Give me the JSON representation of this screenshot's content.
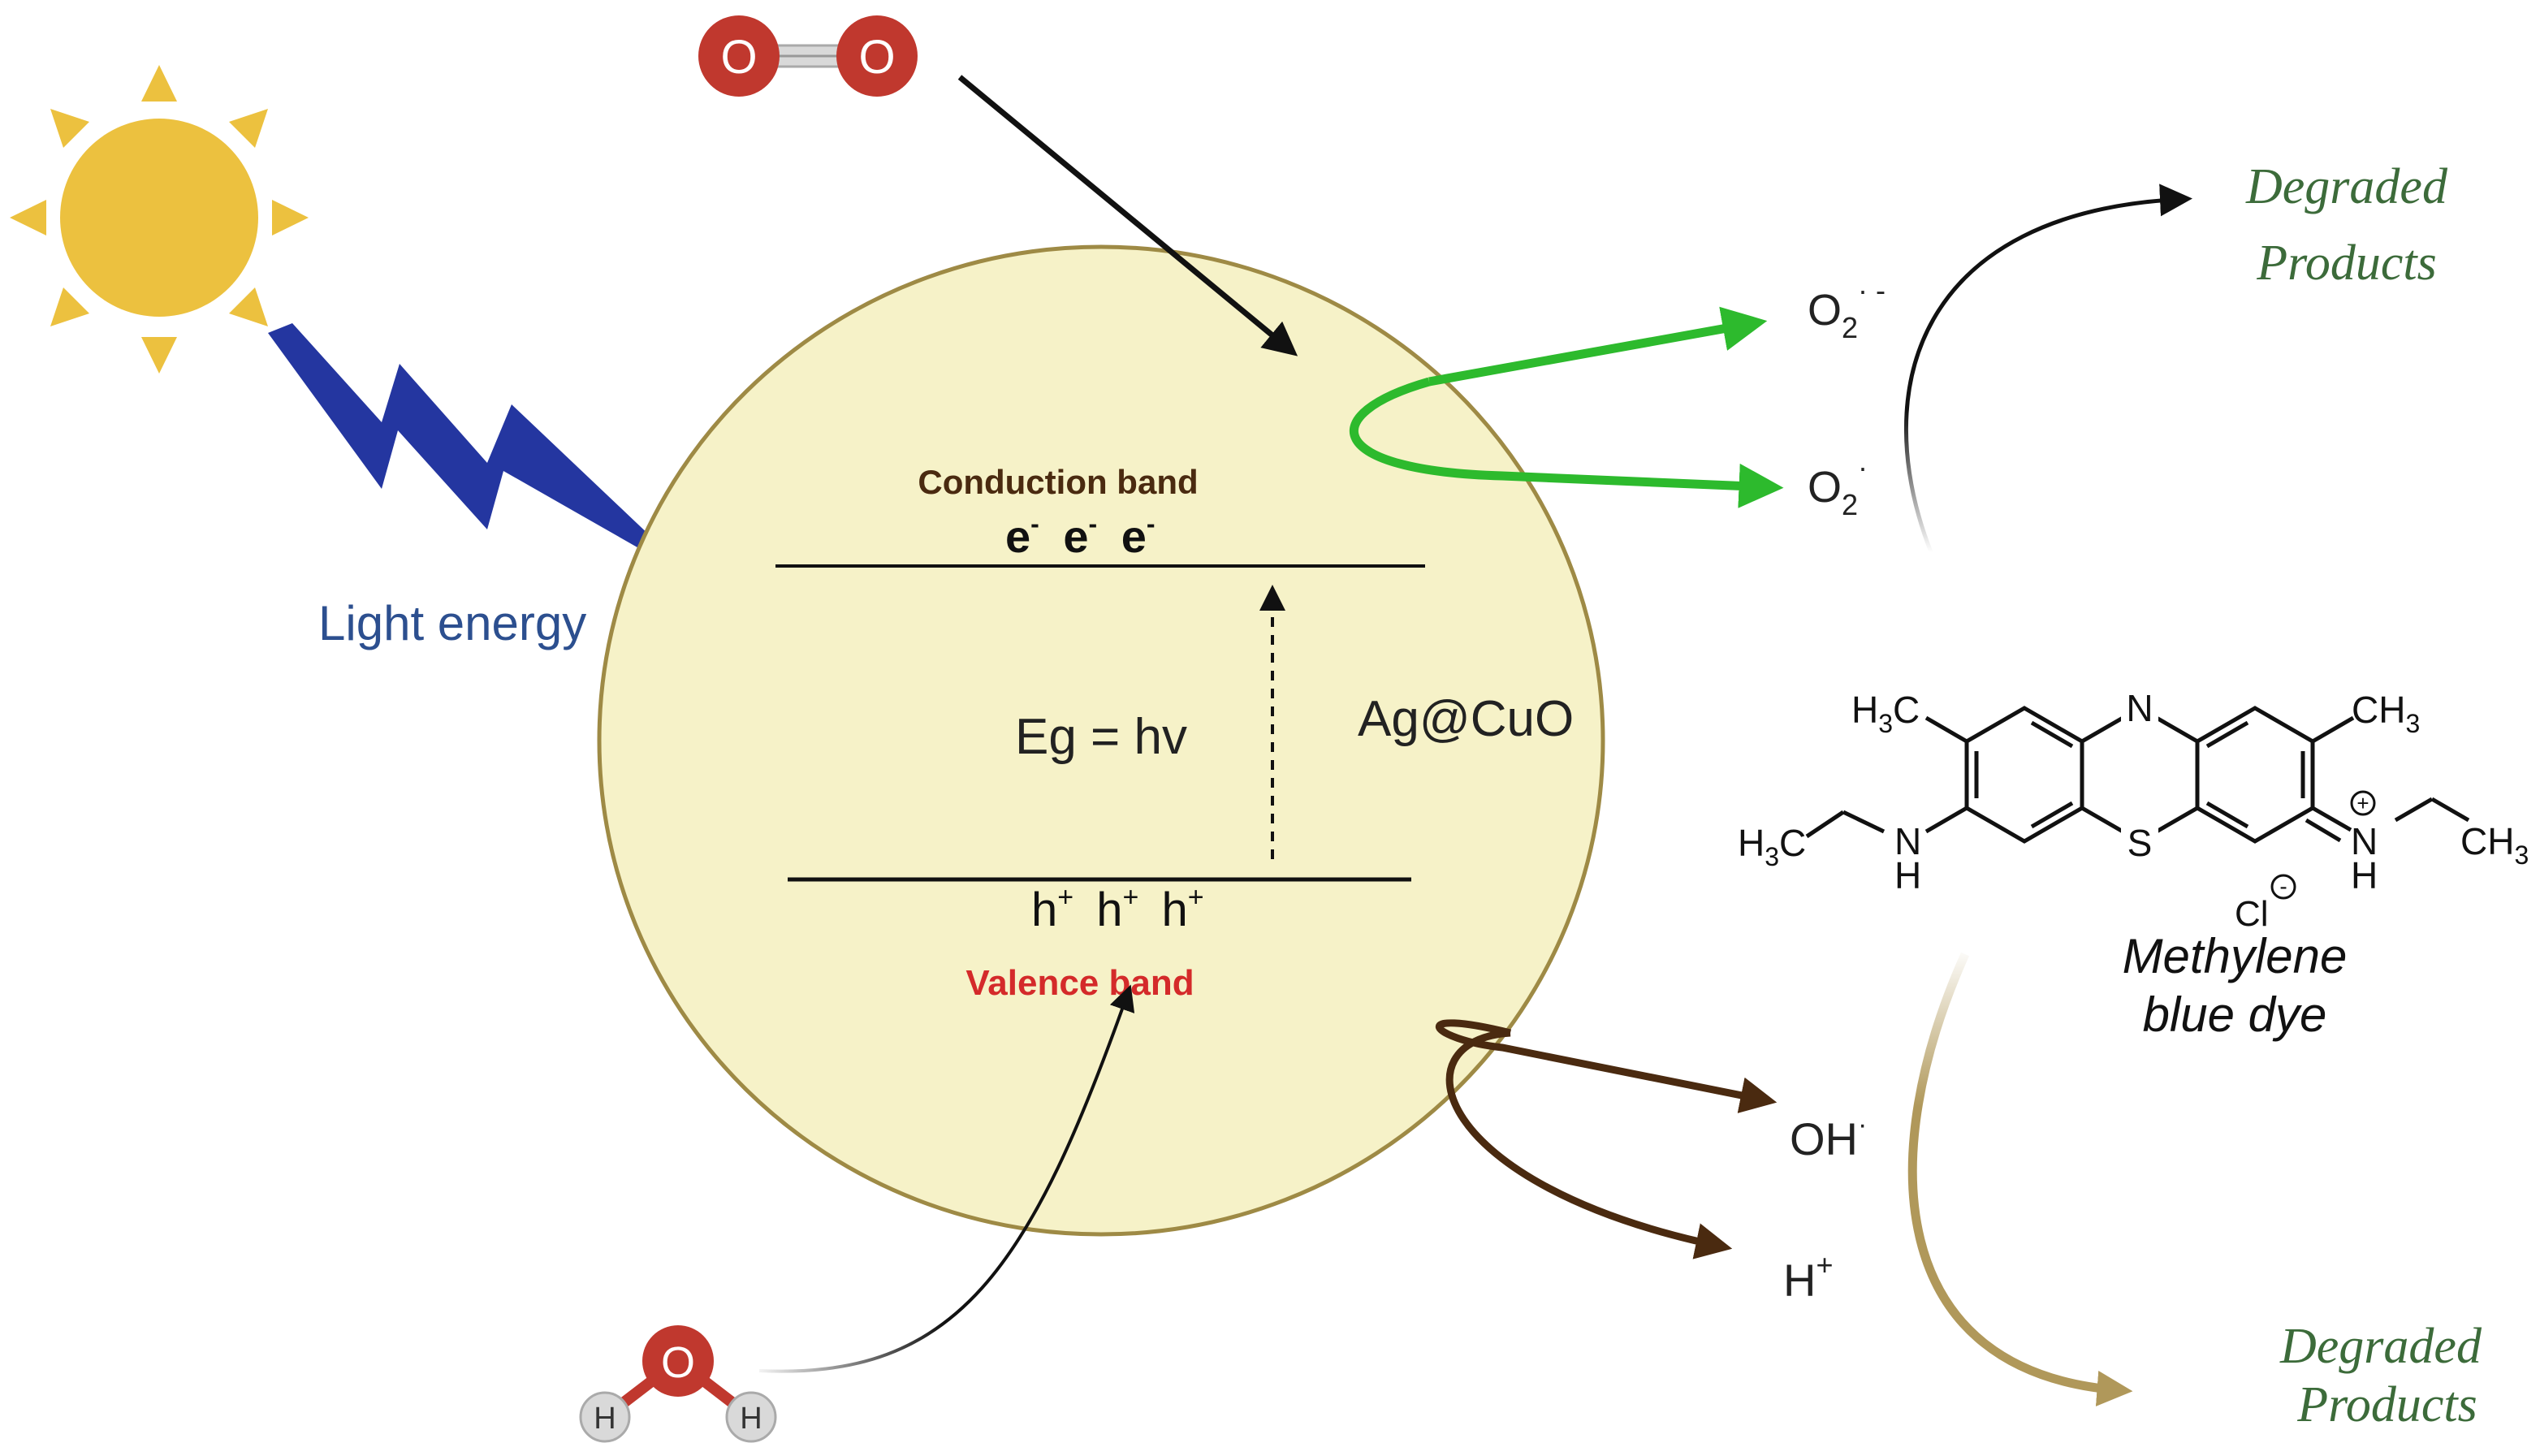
{
  "colors": {
    "sun": "#ECC13F",
    "lightning": "#2436A0",
    "particle_fill": "#F6F2C8",
    "particle_stroke": "#9E8A45",
    "oxygen_atom": "#C0382E",
    "hydrogen_atom": "#D9D9D9",
    "green_arrow": "#2DBA2D",
    "brown_arrow": "#4A2A10",
    "gold_arrow": "#B0985A",
    "blue_text": "#2C4F8F",
    "red_text": "#D42A2A",
    "dark_green_text": "#3C6B3A"
  },
  "light": {
    "label": "Light energy"
  },
  "o2_molecule": {
    "atom_1": "O",
    "atom_2": "O"
  },
  "water_molecule": {
    "oxygen": "O",
    "hydrogen_1": "H",
    "hydrogen_2": "H"
  },
  "particle": {
    "name": "Ag@CuO",
    "conduction_band": "Conduction band",
    "electrons": [
      "e",
      "e",
      "e"
    ],
    "electron_charge": "-",
    "band_gap": "Eg = hv",
    "holes": [
      "h",
      "h",
      "h"
    ],
    "hole_charge": "+",
    "valence_band": "Valence band"
  },
  "species": {
    "superoxide": {
      "base": "O",
      "sub": "2",
      "sup": "· -"
    },
    "oxygen_radical": {
      "base": "O",
      "sub": "2",
      "sup": "·"
    },
    "hydroxyl": {
      "base": "OH",
      "sup": "·"
    },
    "proton": {
      "base": "H",
      "sup": "+"
    }
  },
  "dye": {
    "name_line1": "Methylene",
    "name_line2": "blue dye",
    "atoms": {
      "n_top": "N",
      "s_bottom": "S",
      "ch3_left_base": "H",
      "ch3_left_sub": "3",
      "ch3_left_tail": "C",
      "ch3_right_base": "CH",
      "ch3_right_sub": "3",
      "nh_left_n": "N",
      "nh_left_h": "H",
      "ethyl_left_base": "H",
      "ethyl_left_sub": "3",
      "ethyl_left_tail": "C",
      "nh_right_n": "N",
      "nh_right_h": "H",
      "ethyl_right_base": "CH",
      "ethyl_right_sub": "3",
      "plus_charge": "+",
      "chloride": "Cl",
      "minus_charge": "-"
    }
  },
  "products": {
    "top_line1": "Degraded",
    "top_line2": "Products",
    "bottom_line1": "Degraded",
    "bottom_line2": "Products"
  }
}
